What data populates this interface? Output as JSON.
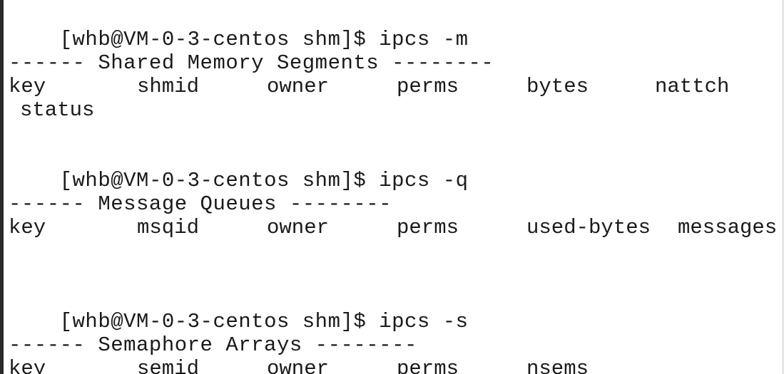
{
  "terminal": {
    "prompt": "[whb@VM-0-3-centos shm]$",
    "commands": {
      "shm": "ipcs -m",
      "msg": "ipcs -q",
      "sem": "ipcs -s"
    },
    "shm": {
      "header": "------ Shared Memory Segments --------",
      "columns": [
        "key",
        "shmid",
        "owner",
        "perms",
        "bytes",
        "nattch"
      ],
      "wrapped_column": "status"
    },
    "msg": {
      "header": "------ Message Queues --------",
      "columns": [
        "key",
        "msqid",
        "owner",
        "perms",
        "used-bytes",
        "messages"
      ]
    },
    "sem": {
      "header": "------ Semaphore Arrays --------",
      "columns": [
        "key",
        "semid",
        "owner",
        "perms",
        "nsems"
      ]
    }
  }
}
